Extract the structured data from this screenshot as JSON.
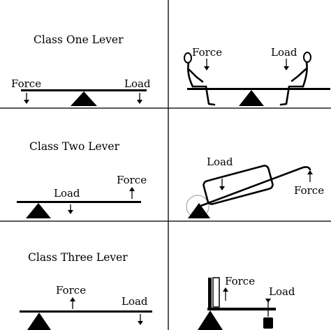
{
  "panels": {
    "class_one": {
      "title": "Class One Lever",
      "force_label": "Force",
      "load_label": "Load",
      "illustration": {
        "force_label": "Force",
        "load_label": "Load"
      }
    },
    "class_two": {
      "title": "Class Two Lever",
      "force_label": "Force",
      "load_label": "Load",
      "illustration": {
        "force_label": "Force",
        "load_label": "Load"
      }
    },
    "class_three": {
      "title": "Class Three Lever",
      "force_label": "Force",
      "load_label": "Load",
      "illustration": {
        "force_label": "Force",
        "load_label": "Load"
      }
    }
  },
  "colors": {
    "line": "#000000",
    "background": "#ffffff",
    "grid": "#222222",
    "wheel_outline": "#aaaaaa"
  }
}
